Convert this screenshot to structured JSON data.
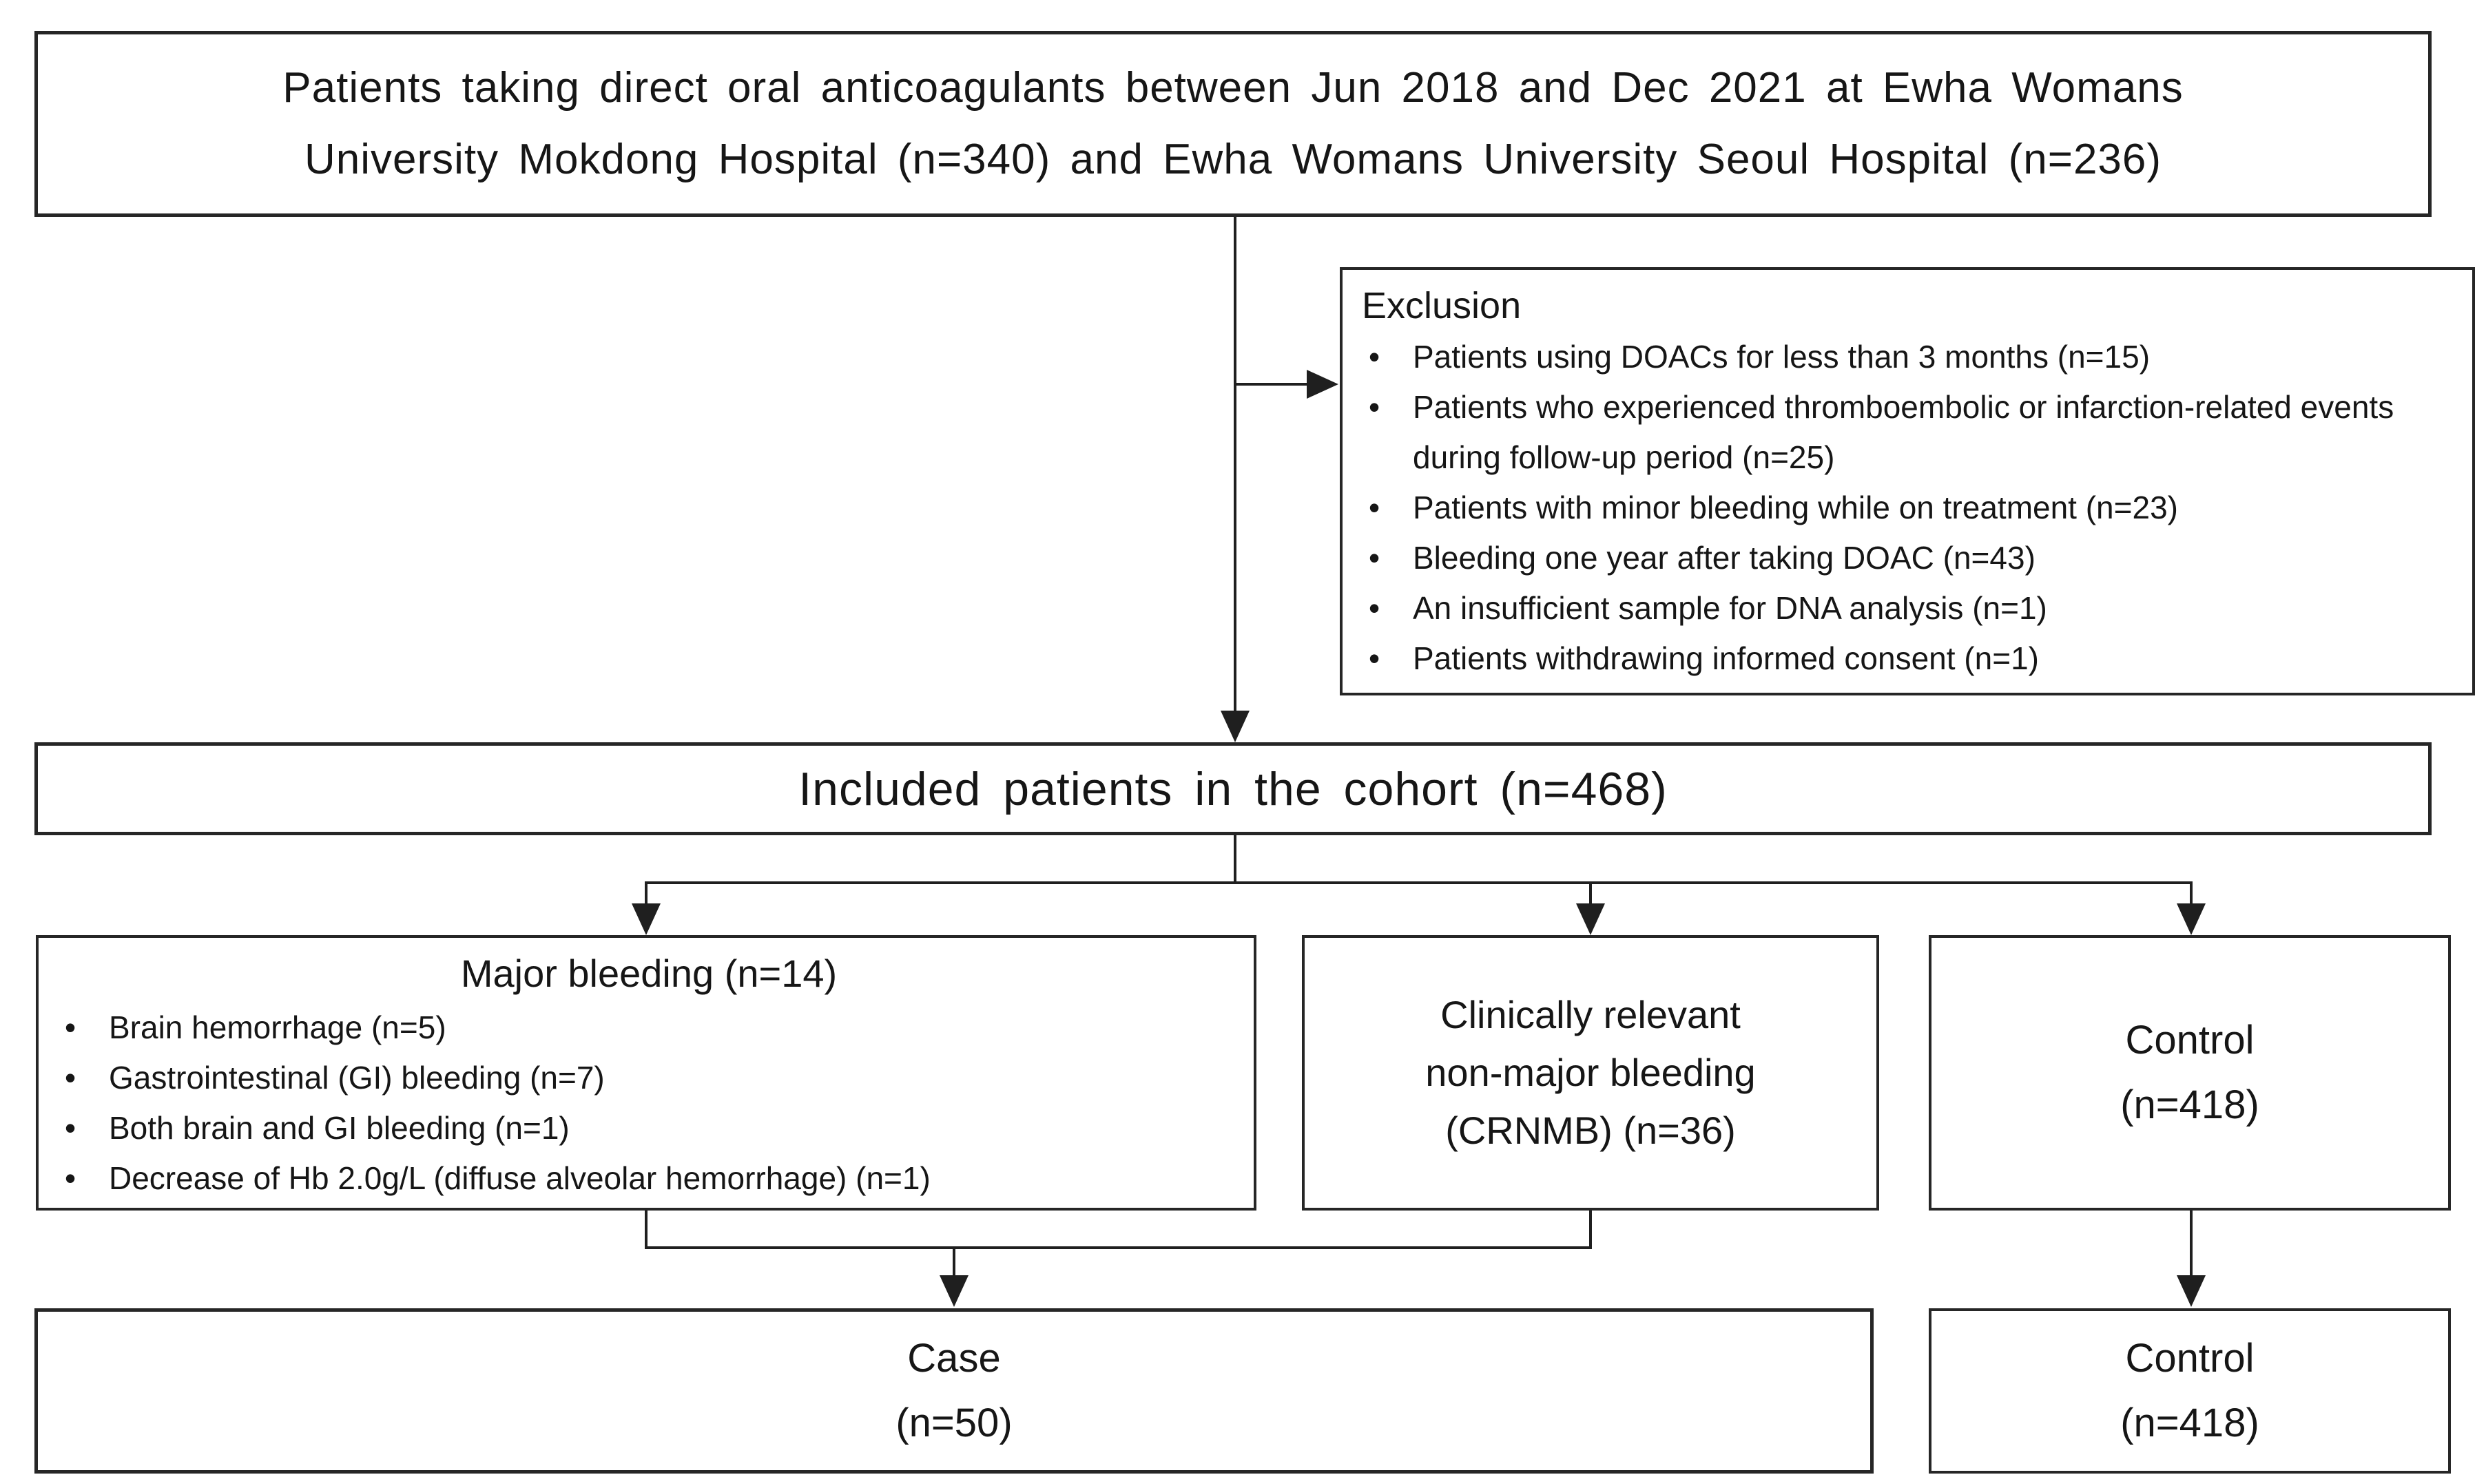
{
  "diagram": {
    "enrollment_box": {
      "lines": [
        "Patients taking direct oral anticoagulants between Jun 2018 and Dec 2021 at Ewha Womans",
        "University Mokdong Hospital (n=340) and Ewha Womans University Seoul Hospital (n=236)"
      ]
    },
    "exclusion_box": {
      "title": "Exclusion",
      "items": [
        "Patients using DOACs for less than 3 months (n=15)",
        "Patients who experienced thromboembolic or infarction-related events during follow-up period (n=25)",
        "Patients with minor bleeding while on treatment (n=23)",
        "Bleeding one year after taking DOAC (n=43)",
        "An insufficient sample for DNA analysis (n=1)",
        "Patients withdrawing informed consent (n=1)"
      ]
    },
    "included_box": {
      "text": "Included patients in the cohort (n=468)"
    },
    "major_bleeding_box": {
      "title": "Major bleeding (n=14)",
      "items": [
        "Brain hemorrhage (n=5)",
        "Gastrointestinal (GI) bleeding (n=7)",
        "Both brain and GI bleeding (n=1)",
        "Decrease of Hb 2.0g/L (diffuse alveolar hemorrhage) (n=1)"
      ]
    },
    "crnmb_box": {
      "lines": [
        "Clinically relevant",
        "non-major bleeding",
        "(CRNMB) (n=36)"
      ]
    },
    "control_mid_box": {
      "lines": [
        "Control",
        "(n=418)"
      ]
    },
    "case_box": {
      "lines": [
        "Case",
        "(n=50)"
      ]
    },
    "control_final_box": {
      "lines": [
        "Control",
        "(n=418)"
      ]
    },
    "colors": {
      "border": "#262626",
      "line": "#1f1f1f",
      "text": "#161616",
      "background": "#ffffff"
    }
  }
}
